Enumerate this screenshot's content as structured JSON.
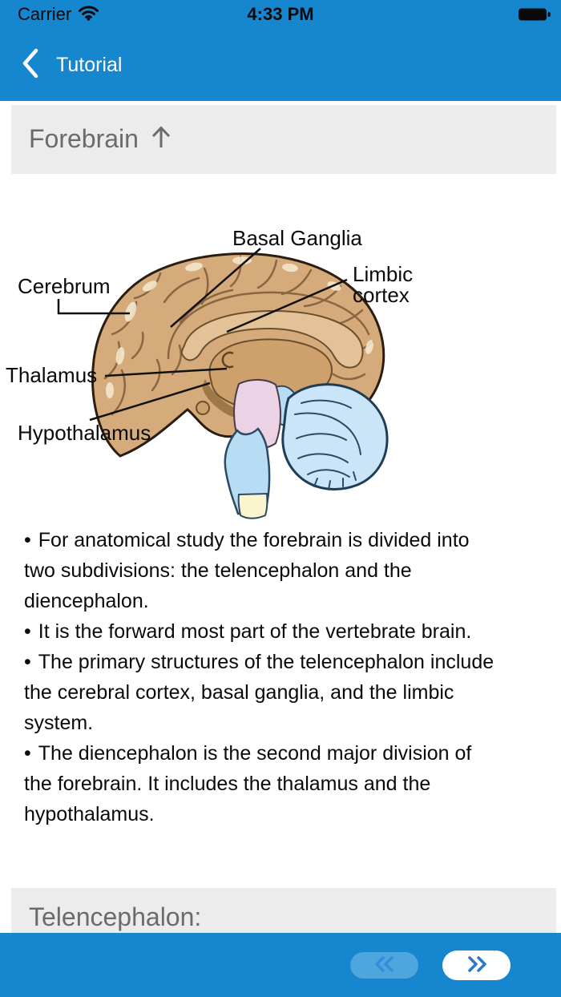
{
  "status_bar": {
    "carrier": "Carrier",
    "time": "4:33 PM",
    "icons": {
      "wifi": "wifi-icon",
      "battery": "battery-full-icon"
    }
  },
  "nav_bar": {
    "back_label": "Tutorial",
    "icons": {
      "back": "chevron-left-icon"
    }
  },
  "section_headers": {
    "forebrain": "Forebrain",
    "telencephalon": "Telencephalon:",
    "icons": {
      "forebrain_arrow": "up-arrow-icon"
    }
  },
  "diagram": {
    "description": "Sagittal section illustration of the human brain",
    "labels": {
      "basal_ganglia": "Basal Ganglia",
      "cerebrum": "Cerebrum",
      "limbic_line1": "Limbic",
      "limbic_line2": "cortex",
      "thalamus": "Thalamus",
      "hypothalamus": "Hypothalamus"
    }
  },
  "content": {
    "bullet_char": "•",
    "bullets": [
      "For anatomical study the forebrain is divided into two subdivisions: the telencephalon and the diencephalon.",
      "It is the forward most part of the vertebrate brain.",
      "The primary structures of the telencephalon include the cerebral cortex, basal ganglia, and the limbic system.",
      "The diencephalon is the second major division of the forebrain. It includes the thalamus and the hypothalamus."
    ]
  },
  "footer": {
    "icons": {
      "prev": "double-chevron-left-icon",
      "next": "double-chevron-right-icon"
    }
  },
  "colors": {
    "accent_blue": "#1686ce",
    "band_bg": "#ececec",
    "band_text": "#6b6b6b",
    "prev_button_bg": "#4fa6de",
    "next_button_bg": "#ffffff",
    "chevron_blue": "#2a77cf",
    "brain_tan": "#d6ab7c",
    "brain_light": "#e3c298",
    "brainstem_blue": "#b9dcf5",
    "pons_pink": "#ecd2e5",
    "spinal_yellow": "#faf5cd"
  }
}
